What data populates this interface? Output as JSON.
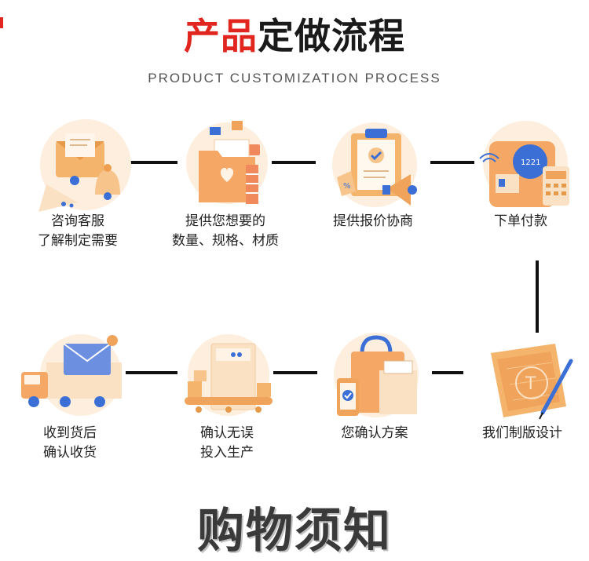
{
  "header": {
    "title_red": "产品",
    "title_dark": "定做流程",
    "subtitle": "PRODUCT CUSTOMIZATION PROCESS"
  },
  "steps": [
    {
      "line1": "咨询客服",
      "line2": "了解制定需要",
      "icon": "envelope-bell-icon"
    },
    {
      "line1": "提供您想要的",
      "line2": "数量、规格、材质",
      "icon": "folder-heart-icon"
    },
    {
      "line1": "提供报价协商",
      "line2": "",
      "icon": "clipboard-megaphone-icon"
    },
    {
      "line1": "下单付款",
      "line2": "",
      "icon": "payment-terminal-icon"
    },
    {
      "line1": "我们制版设计",
      "line2": "",
      "icon": "blueprint-pen-icon"
    },
    {
      "line1": "您确认方案",
      "line2": "",
      "icon": "shopping-bag-phone-icon"
    },
    {
      "line1": "确认无误",
      "line2": "投入生产",
      "icon": "factory-conveyor-icon"
    },
    {
      "line1": "收到货后",
      "line2": "确认收货",
      "icon": "delivery-truck-icon"
    }
  ],
  "footer": {
    "title": "购物须知"
  },
  "colors": {
    "accent_red": "#e0261f",
    "icon_orange": "#f0a35a",
    "icon_light": "#fde6cf",
    "icon_blue": "#3b6fd6"
  }
}
